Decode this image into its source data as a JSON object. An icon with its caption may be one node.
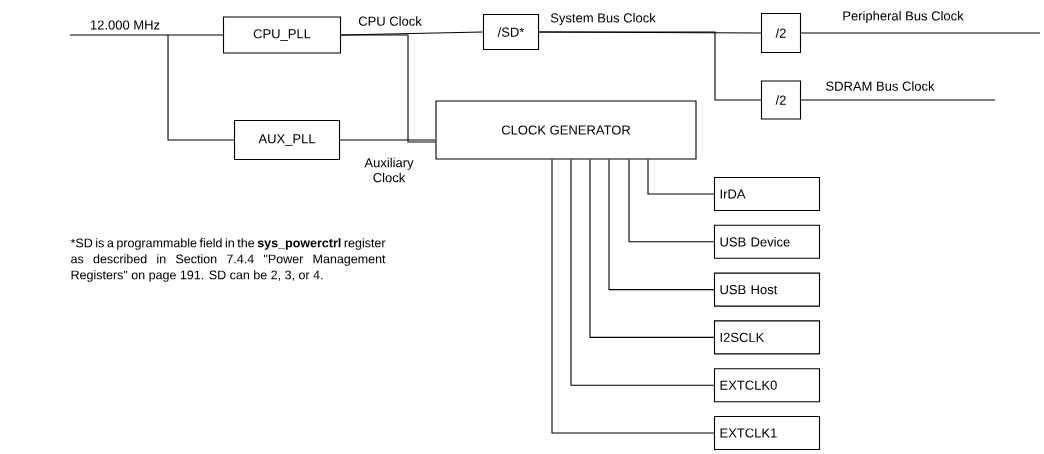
{
  "diagram": {
    "nodes": [
      {
        "text": [
          "CPU_PLL"
        ]
      },
      {
        "text": [
          "/SD*"
        ]
      },
      {
        "text": [
          "/2"
        ]
      },
      {
        "text": [
          "/2"
        ]
      },
      {
        "text": [
          "CLOCK GENERATOR"
        ]
      },
      {
        "text": [
          "AUX_PLL"
        ]
      },
      {
        "text": [
          "IrDA"
        ]
      },
      {
        "text": [
          "USB Device"
        ]
      },
      {
        "text": [
          "USB Host"
        ]
      },
      {
        "text": [
          "I2SCLK"
        ]
      },
      {
        "text": [
          "EXTCLK0"
        ]
      },
      {
        "text": [
          "EXTCLK1"
        ]
      }
    ],
    "edges": [
      {
        "from": null,
        "to": 0,
        "arrow": "none",
        "label": "12.000 MHz"
      },
      {
        "from": null,
        "to": 5,
        "arrow": "none"
      },
      {
        "from": 0,
        "to": 1,
        "arrow": "none",
        "label": "CPU Clock"
      },
      {
        "from": 0,
        "to": 4,
        "arrow": "none"
      },
      {
        "from": 5,
        "to": 4,
        "arrow": "none",
        "label": "Auxiliary Clock"
      },
      {
        "from": 1,
        "to": 2,
        "arrow": "none",
        "label": "System Bus Clock"
      },
      {
        "from": 1,
        "to": 3,
        "arrow": "none"
      },
      {
        "from": 2,
        "to": null,
        "arrow": "none",
        "label": "Peripheral Bus Clock"
      },
      {
        "from": 3,
        "to": null,
        "arrow": "none",
        "label": "SDRAM Bus Clock"
      },
      {
        "from": 4,
        "to": 6,
        "arrow": "none"
      },
      {
        "from": 4,
        "to": 7,
        "arrow": "none"
      },
      {
        "from": 4,
        "to": 8,
        "arrow": "none"
      },
      {
        "from": 4,
        "to": 9,
        "arrow": "none"
      },
      {
        "from": 4,
        "to": 10,
        "arrow": "none"
      },
      {
        "from": 4,
        "to": 11,
        "arrow": "none"
      }
    ],
    "labels": [
      "*SD is a programmable field in the **sys_powerctrl** register as described in Section 7.4.4 \"Power Management Registers\" on page 191. SD can be 2, 3, or 4."
    ]
  }
}
